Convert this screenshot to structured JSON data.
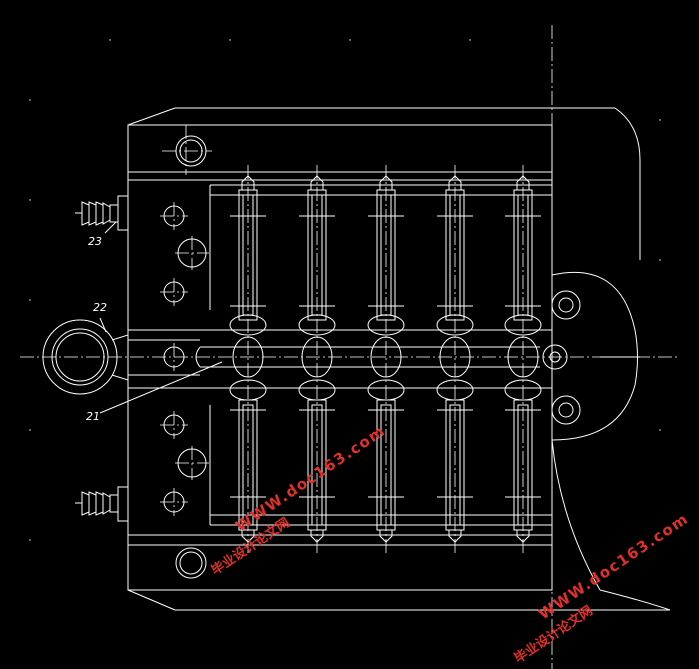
{
  "part_labels": [
    "23",
    "22",
    "21"
  ],
  "watermark": {
    "chinese": "毕业设计论文网",
    "url": "WWW.doc163.com"
  },
  "colors": {
    "background": "#000000",
    "line": "#ffffff",
    "watermark": "#e0302a"
  }
}
